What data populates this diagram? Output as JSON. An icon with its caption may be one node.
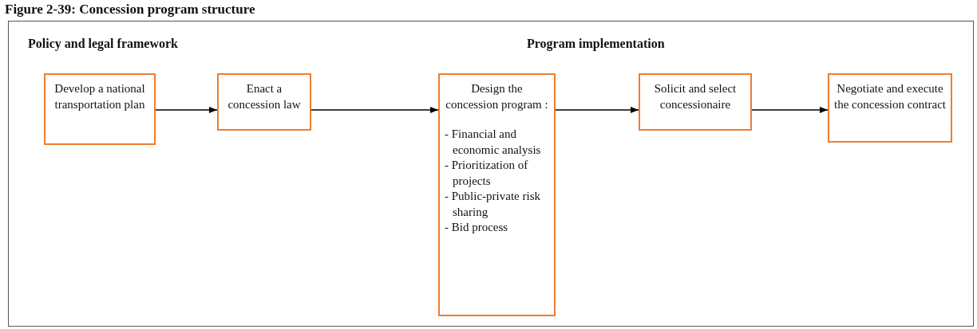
{
  "diagram": {
    "title": "Figure 2-39: Concession program structure",
    "nodes": [
      {
        "text": [
          "Develop a national transportation plan"
        ]
      },
      {
        "text": [
          "Enact a concession law"
        ]
      },
      {
        "text": [
          "Design the concession program :",
          "- Financial and economic analysis",
          "- Prioritization of projects",
          "- Public-private risk sharing",
          "- Bid process"
        ]
      },
      {
        "text": [
          "Solicit and select concessionaire"
        ]
      },
      {
        "text": [
          "Negotiate and execute the concession contract"
        ]
      }
    ],
    "edges": [
      {
        "from": 0,
        "to": 1,
        "arrow": "to"
      },
      {
        "from": 1,
        "to": 2,
        "arrow": "to"
      },
      {
        "from": 2,
        "to": 3,
        "arrow": "to"
      },
      {
        "from": 3,
        "to": 4,
        "arrow": "to"
      }
    ],
    "labels": [
      "Policy and legal framework",
      "Program implementation"
    ]
  }
}
